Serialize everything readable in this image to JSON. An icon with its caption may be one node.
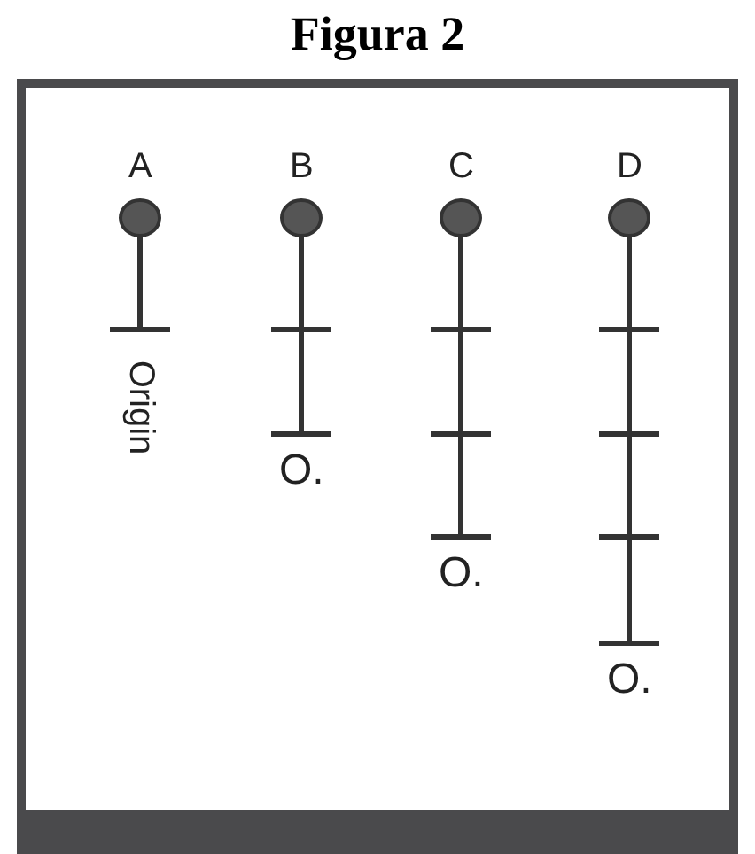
{
  "diagram": {
    "title": "Figura 2",
    "labels": [
      "A",
      "B",
      "C",
      "D",
      "Origin",
      "O.",
      "O.",
      "O."
    ]
  }
}
